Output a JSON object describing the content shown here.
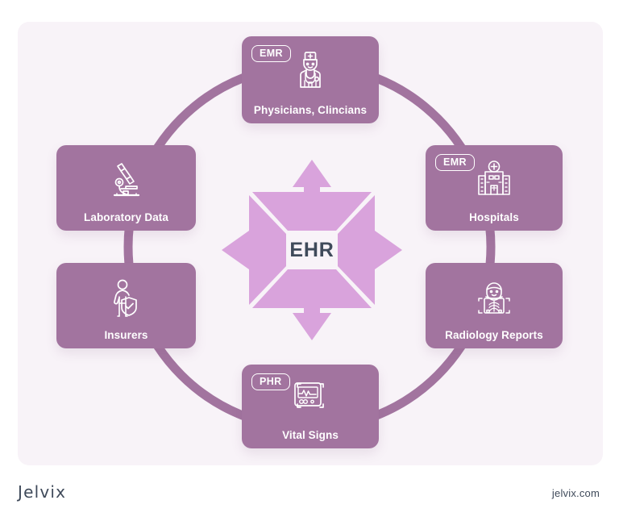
{
  "diagram": {
    "center": {
      "label": "EHR",
      "label_color": "#3f4a5a",
      "burst_color": "#d9a3dc"
    },
    "ring_color": "#a2749f",
    "card_color": "#a2749f",
    "panel_color": "#f8f3f8",
    "nodes": [
      {
        "id": "physicians",
        "label": "Physicians, Clincians",
        "badge": "EMR",
        "icon": "doctor-icon",
        "position": "top"
      },
      {
        "id": "hospitals",
        "label": "Hospitals",
        "badge": "EMR",
        "icon": "hospital-building-icon",
        "position": "right-top"
      },
      {
        "id": "radiology",
        "label": "Radiology Reports",
        "badge": "",
        "icon": "xray-patient-icon",
        "position": "right-bottom"
      },
      {
        "id": "vitalsigns",
        "label": "Vital Signs",
        "badge": "PHR",
        "icon": "vitals-monitor-icon",
        "position": "bottom"
      },
      {
        "id": "insurers",
        "label": "Insurers",
        "badge": "",
        "icon": "person-shield-icon",
        "position": "left-bottom"
      },
      {
        "id": "laboratory",
        "label": "Laboratory Data",
        "badge": "",
        "icon": "microscope-icon",
        "position": "left-top"
      }
    ]
  },
  "footer": {
    "logo": "Jelvix",
    "url": "jelvix.com"
  }
}
